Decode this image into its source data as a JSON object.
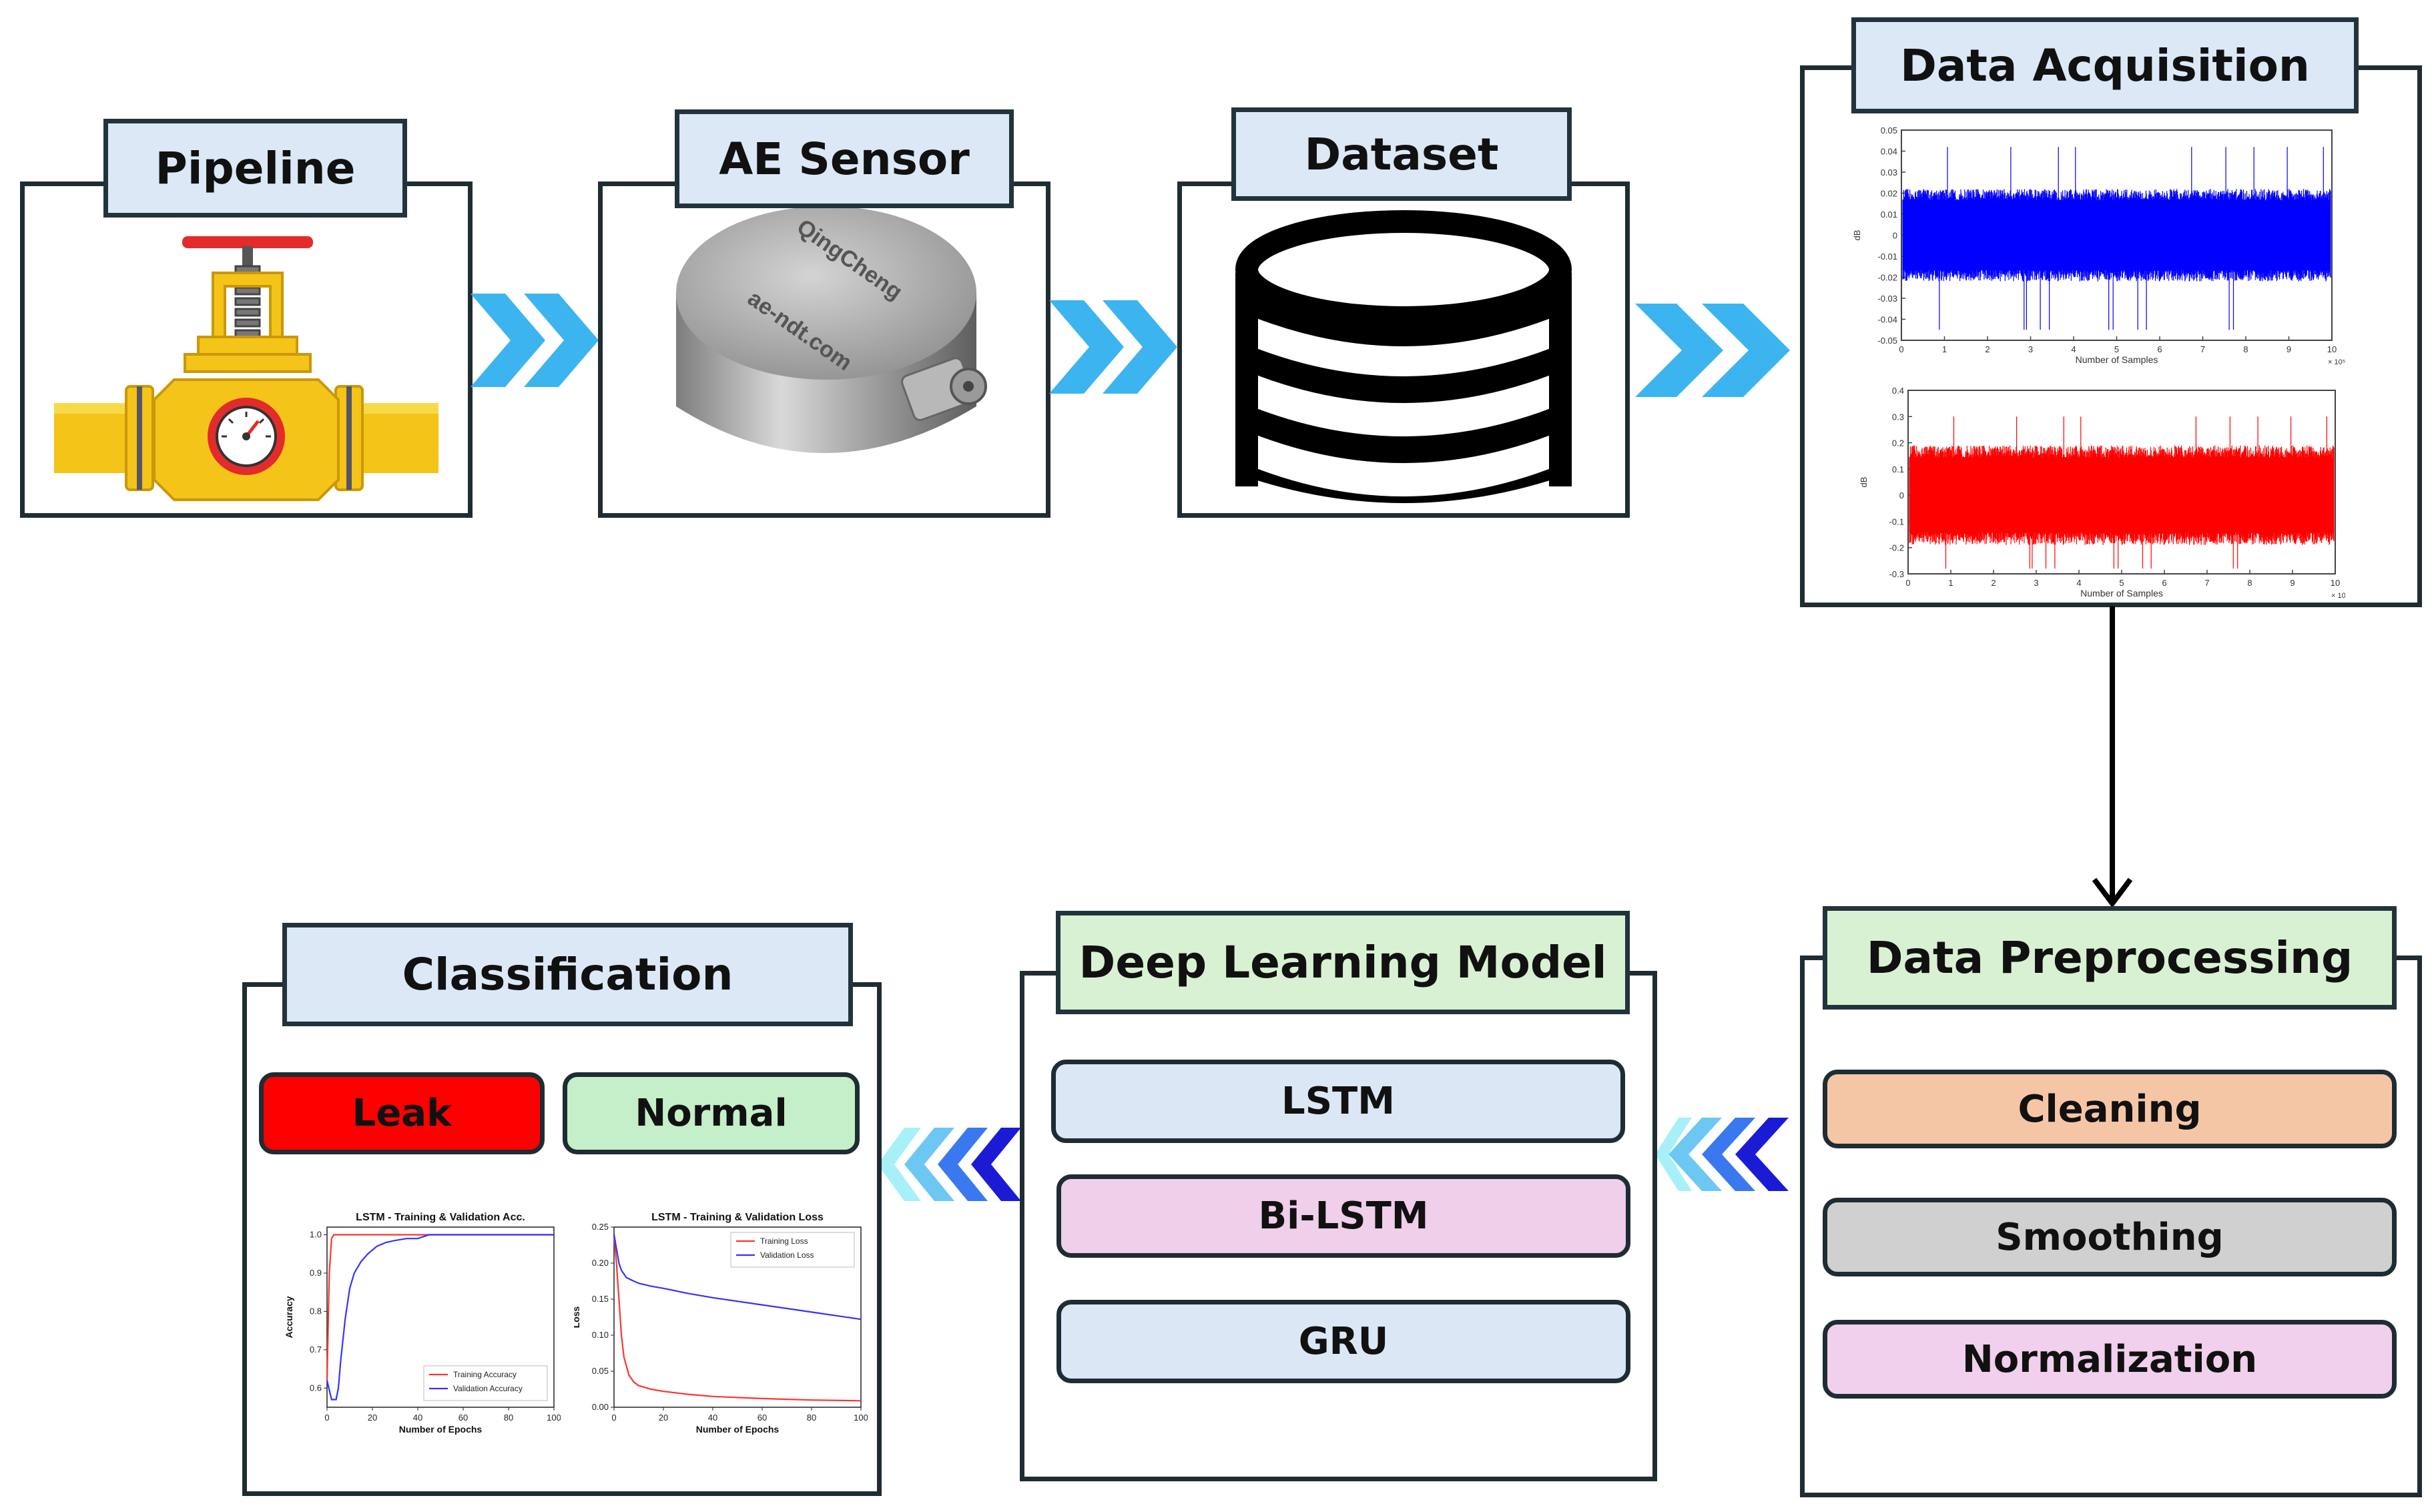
{
  "stages": {
    "pipeline": "Pipeline",
    "sensor": "AE Sensor",
    "dataset": "Dataset",
    "acquisition": "Data Acquisition",
    "preprocessing": "Data Preprocessing",
    "model": "Deep Learning Model",
    "classification": "Classification"
  },
  "sensor_engraving": {
    "brand": "QingCheng",
    "site": "ae-ndt.com"
  },
  "preprocessing_steps": [
    "Cleaning",
    "Smoothing",
    "Normalization"
  ],
  "models": [
    "LSTM",
    "Bi-LSTM",
    "GRU"
  ],
  "classes": [
    "Leak",
    "Normal"
  ],
  "colors": {
    "title_blue": "#dce8f6",
    "title_green": "#d9f1d3",
    "arrow": "#3cb4f0",
    "cleaning": "#f5c6a6",
    "smoothing": "#d0d0d0",
    "normalization": "#f0d0ec",
    "model_blue": "#dce7f6",
    "model_pink": "#f0cfea",
    "leak": "#ff0000",
    "normal": "#c4efc8",
    "signal_blue": "#0000ff",
    "signal_red": "#ff0000"
  },
  "signal_plots": {
    "top": {
      "xlabel": "Number of Samples",
      "ylabel": "dB",
      "x_multiplier": "× 10⁵",
      "xticks": [
        "0",
        "1",
        "2",
        "3",
        "4",
        "5",
        "6",
        "7",
        "8",
        "9",
        "10"
      ],
      "yticks": [
        "0.05",
        "0.04",
        "0.03",
        "0.02",
        "0.01",
        "0",
        "-0.01",
        "-0.02",
        "-0.03",
        "-0.04",
        "-0.05"
      ],
      "ylim": [
        -0.05,
        0.05
      ]
    },
    "bottom": {
      "xlabel": "Number of Samples",
      "ylabel": "dB",
      "x_multiplier": "× 10⁵",
      "xticks": [
        "0",
        "1",
        "2",
        "3",
        "4",
        "5",
        "6",
        "7",
        "8",
        "9",
        "10"
      ],
      "yticks": [
        "0.4",
        "0.3",
        "0.2",
        "0.1",
        "0",
        "-0.1",
        "-0.2",
        "-0.3"
      ],
      "ylim": [
        -0.3,
        0.4
      ]
    }
  },
  "chart_data": [
    {
      "type": "line",
      "title": "LSTM - Training & Validation Acc.",
      "xlabel": "Number of Epochs",
      "ylabel": "Accuracy",
      "xlim": [
        0,
        100
      ],
      "ylim": [
        0.55,
        1.02
      ],
      "xticks": [
        "0",
        "20",
        "40",
        "60",
        "80",
        "100"
      ],
      "yticks": [
        "1.0",
        "0.9",
        "0.8",
        "0.7",
        "0.6"
      ],
      "legend": "bottom-right",
      "series": [
        {
          "name": "Training Accuracy",
          "color": "#ff3333",
          "x": [
            0,
            1,
            2,
            3,
            4,
            5,
            10,
            20,
            40,
            60,
            80,
            100
          ],
          "y": [
            0.62,
            0.9,
            0.99,
            1.0,
            1.0,
            1.0,
            1.0,
            1.0,
            1.0,
            1.0,
            1.0,
            1.0
          ]
        },
        {
          "name": "Validation Accuracy",
          "color": "#3333ff",
          "x": [
            0,
            2,
            4,
            5,
            6,
            8,
            10,
            12,
            15,
            18,
            22,
            26,
            30,
            35,
            40,
            45,
            50,
            60,
            80,
            100
          ],
          "y": [
            0.62,
            0.57,
            0.57,
            0.6,
            0.67,
            0.78,
            0.86,
            0.9,
            0.93,
            0.95,
            0.97,
            0.98,
            0.985,
            0.99,
            0.99,
            1.0,
            1.0,
            1.0,
            1.0,
            1.0
          ]
        }
      ]
    },
    {
      "type": "line",
      "title": "LSTM - Training & Validation Loss",
      "xlabel": "Number of Epochs",
      "ylabel": "Loss",
      "xlim": [
        0,
        100
      ],
      "ylim": [
        0,
        0.25
      ],
      "xticks": [
        "0",
        "20",
        "40",
        "60",
        "80",
        "100"
      ],
      "yticks": [
        "0.25",
        "0.20",
        "0.15",
        "0.10",
        "0.05",
        "0.00"
      ],
      "legend": "top-right",
      "series": [
        {
          "name": "Training Loss",
          "color": "#ff3333",
          "x": [
            0,
            1,
            2,
            3,
            4,
            6,
            8,
            10,
            15,
            20,
            30,
            40,
            60,
            80,
            100
          ],
          "y": [
            0.24,
            0.2,
            0.15,
            0.1,
            0.07,
            0.045,
            0.035,
            0.03,
            0.025,
            0.022,
            0.018,
            0.015,
            0.012,
            0.01,
            0.009
          ]
        },
        {
          "name": "Validation Loss",
          "color": "#3333ff",
          "x": [
            0,
            1,
            2,
            3,
            5,
            8,
            10,
            15,
            20,
            30,
            40,
            60,
            80,
            100
          ],
          "y": [
            0.24,
            0.22,
            0.2,
            0.19,
            0.18,
            0.175,
            0.172,
            0.168,
            0.165,
            0.158,
            0.152,
            0.142,
            0.132,
            0.122
          ]
        }
      ]
    }
  ]
}
